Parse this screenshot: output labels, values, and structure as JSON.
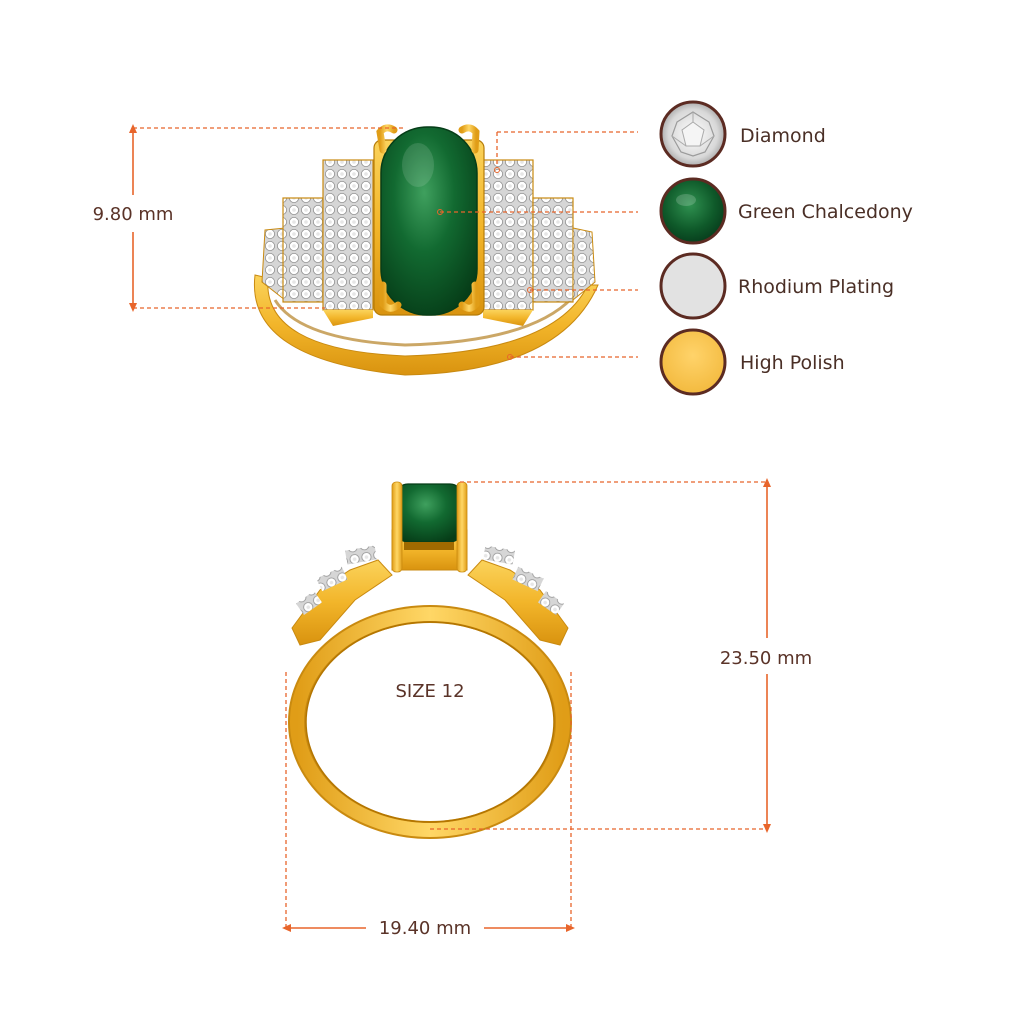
{
  "legend": {
    "items": [
      {
        "label": "Diamond",
        "icon": "diamond-swatch-icon"
      },
      {
        "label": "Green Chalcedony",
        "icon": "green-chalcedony-swatch-icon",
        "color": "#0f5a2a"
      },
      {
        "label": "Rhodium Plating",
        "icon": "rhodium-swatch-icon",
        "color": "#e2e2e2"
      },
      {
        "label": "High Polish",
        "icon": "high-polish-swatch-icon",
        "color": "#f6c147"
      }
    ],
    "ring_color": "#5c2b22"
  },
  "dimensions": {
    "height_top": "9.80 mm",
    "height_side": "23.50 mm",
    "width_side": "19.40 mm"
  },
  "size_label": "SIZE 12",
  "colors": {
    "accent": "#e8652b",
    "gold": "#f2b72f",
    "gold_dark": "#c98a10",
    "gem": "#0d5a29",
    "text": "#4a2f26"
  }
}
